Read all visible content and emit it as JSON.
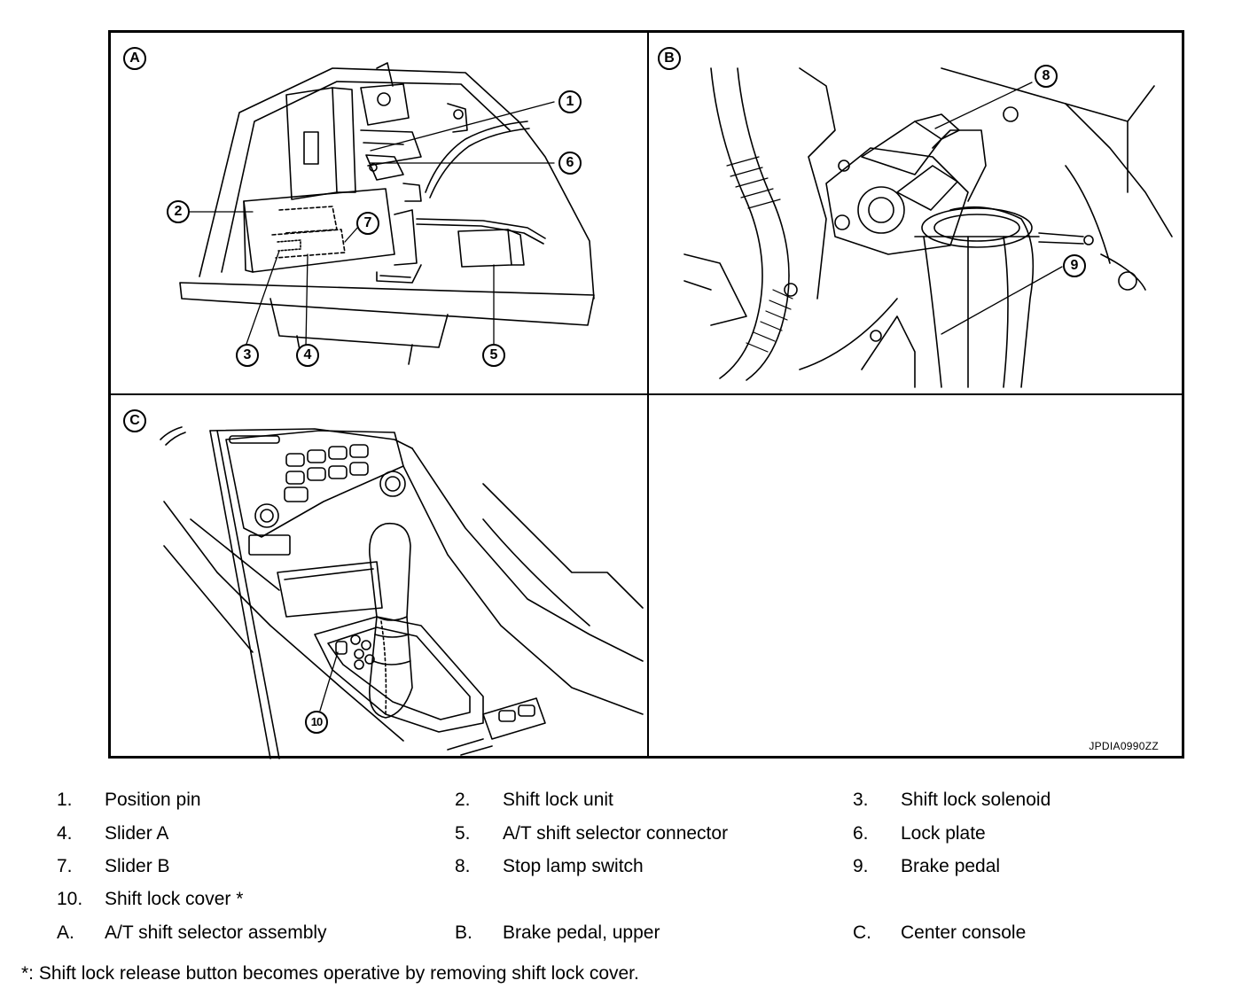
{
  "figure": {
    "code": "JPDIA0990ZZ",
    "panels": {
      "a": {
        "letter": "A"
      },
      "b": {
        "letter": "B"
      },
      "c": {
        "letter": "C"
      }
    },
    "callouts": {
      "c1": "1",
      "c2": "2",
      "c3": "3",
      "c4": "4",
      "c5": "5",
      "c6": "6",
      "c7": "7",
      "c8": "8",
      "c9": "9",
      "c10": "10"
    }
  },
  "legend": [
    {
      "key": "1.",
      "text": "Position pin"
    },
    {
      "key": "2.",
      "text": "Shift lock unit"
    },
    {
      "key": "3.",
      "text": "Shift lock solenoid"
    },
    {
      "key": "4.",
      "text": "Slider A"
    },
    {
      "key": "5.",
      "text": "A/T shift selector connector"
    },
    {
      "key": "6.",
      "text": "Lock plate"
    },
    {
      "key": "7.",
      "text": "Slider B"
    },
    {
      "key": "8.",
      "text": "Stop lamp switch"
    },
    {
      "key": "9.",
      "text": "Brake pedal"
    },
    {
      "key": "10.",
      "text": "Shift lock cover *"
    },
    {
      "key": "A.",
      "text": "A/T shift selector assembly"
    },
    {
      "key": "B.",
      "text": "Brake pedal, upper"
    },
    {
      "key": "C.",
      "text": "Center console"
    }
  ],
  "footnote": "*: Shift lock release button becomes operative by removing shift lock cover."
}
